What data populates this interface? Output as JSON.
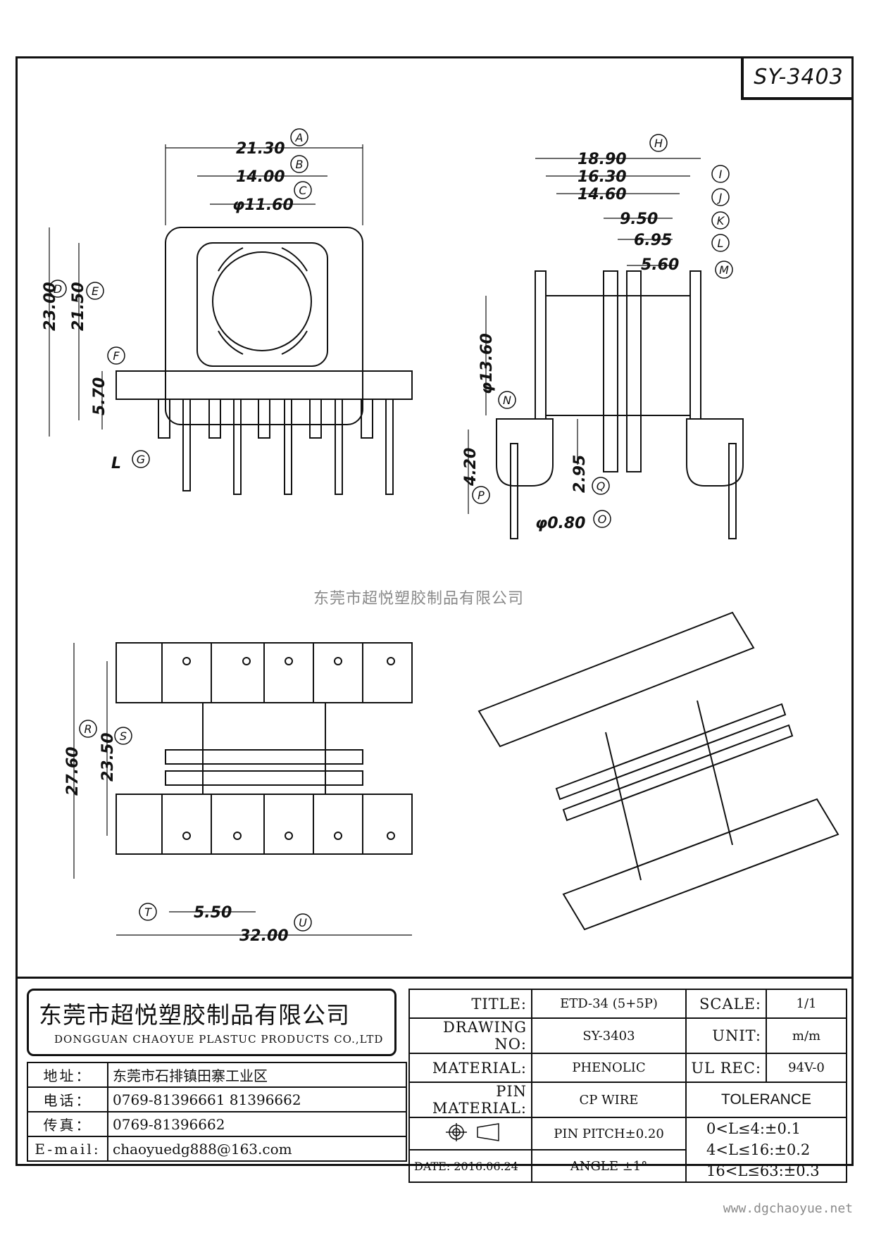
{
  "part_number": "SY-3403",
  "dimensions": {
    "A": "21.30",
    "B": "14.00",
    "C": "φ11.60",
    "D": "23.00",
    "E": "21.50",
    "F": "5.70",
    "G": "L",
    "H": "18.90",
    "I": "16.30",
    "J": "14.60",
    "K": "9.50",
    "L": "6.95",
    "M": "5.60",
    "N": "φ13.60",
    "P": "4.20",
    "Q": "2.95",
    "O": "φ0.80",
    "R": "27.60",
    "S": "23.50",
    "T": "5.50",
    "U": "32.00"
  },
  "callouts": [
    "A",
    "B",
    "C",
    "D",
    "E",
    "F",
    "G",
    "H",
    "I",
    "J",
    "K",
    "L",
    "M",
    "N",
    "O",
    "P",
    "Q",
    "R",
    "S",
    "T",
    "U"
  ],
  "watermark": "东莞市超悦塑胶制品有限公司",
  "website": "www.dgchaoyue.net",
  "company": {
    "name_cn": "东莞市超悦塑胶制品有限公司",
    "name_en": "DONGGUAN CHAOYUE PLASTUC PRODUCTS CO.,LTD"
  },
  "contact": [
    {
      "label": "地址：",
      "value": "东莞市石排镇田寨工业区"
    },
    {
      "label": "电话：",
      "value": "0769-81396661   81396662"
    },
    {
      "label": "传真：",
      "value": "0769-81396662"
    },
    {
      "label": "E-mail:",
      "value": "chaoyuedg888@163.com"
    }
  ],
  "spec": {
    "title_label": "TITLE:",
    "title": "ETD-34 (5+5P)",
    "scale_label": "SCALE:",
    "scale": "1/1",
    "drawing_no_label": "DRAWING NO:",
    "drawing_no": "SY-3403",
    "unit_label": "UNIT:",
    "unit": "m/m",
    "material_label": "MATERIAL:",
    "material": "PHENOLIC",
    "ul_label": "UL REC:",
    "ul": "94V-0",
    "pin_material_label": "PIN MATERIAL:",
    "pin_material": "CP WIRE",
    "tolerance_label": "TOLERANCE",
    "pin_pitch": "PIN PITCH±0.20",
    "date_label": "DATE:",
    "date": "2016.06.24",
    "angle": "ANGLE  ±1°",
    "tol1": "0<L≤4:±0.1",
    "tol2": "4<L≤16:±0.2",
    "tol3": "16<L≤63:±0.3"
  }
}
